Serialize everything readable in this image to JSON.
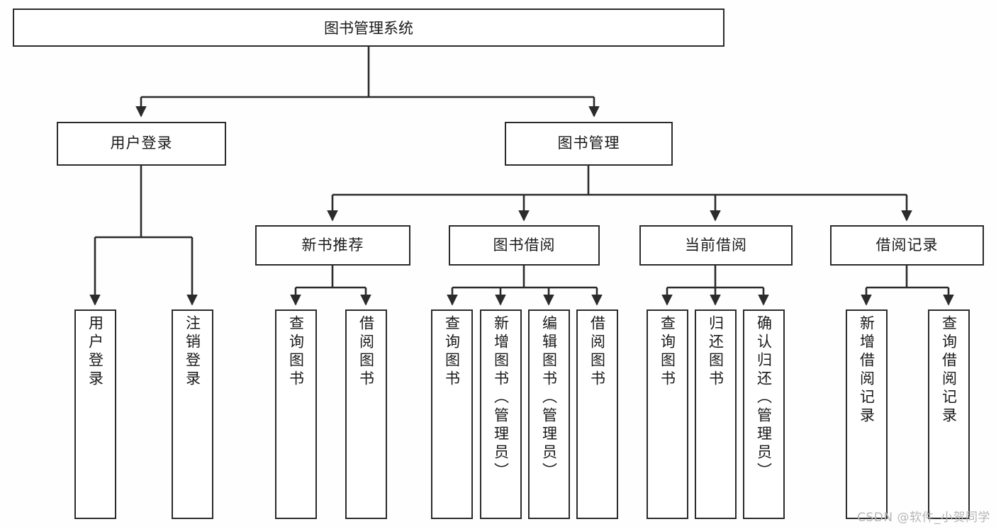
{
  "diagram": {
    "title": "图书管理系统",
    "type": "tree-hierarchy-diagram",
    "colors": {
      "background": "#fefefe",
      "box_fill": "#ffffff",
      "box_stroke": "#2b2b2b",
      "text": "#1a1a1a",
      "watermark": "#b6b6b6"
    },
    "root": {
      "label": "图书管理系统"
    },
    "level2": [
      {
        "label": "用户登录"
      },
      {
        "label": "图书管理"
      }
    ],
    "level3": [
      {
        "label": "新书推荐"
      },
      {
        "label": "图书借阅"
      },
      {
        "label": "当前借阅"
      },
      {
        "label": "借阅记录"
      }
    ],
    "leaves_user_login": [
      {
        "label": "用户登录"
      },
      {
        "label": "注销登录"
      }
    ],
    "leaves_new_book": [
      {
        "label": "查询图书"
      },
      {
        "label": "借阅图书"
      }
    ],
    "leaves_borrow": [
      {
        "label": "查询图书"
      },
      {
        "label": "新增图书（管理员）"
      },
      {
        "label": "编辑图书（管理员）"
      },
      {
        "label": "借阅图书"
      }
    ],
    "leaves_current": [
      {
        "label": "查询图书"
      },
      {
        "label": "归还图书"
      },
      {
        "label": "确认归还（管理员）"
      }
    ],
    "leaves_records": [
      {
        "label": "新增借阅记录"
      },
      {
        "label": "查询借阅记录"
      }
    ]
  },
  "watermark": {
    "text": "CSDN @软件_小贺同学"
  }
}
